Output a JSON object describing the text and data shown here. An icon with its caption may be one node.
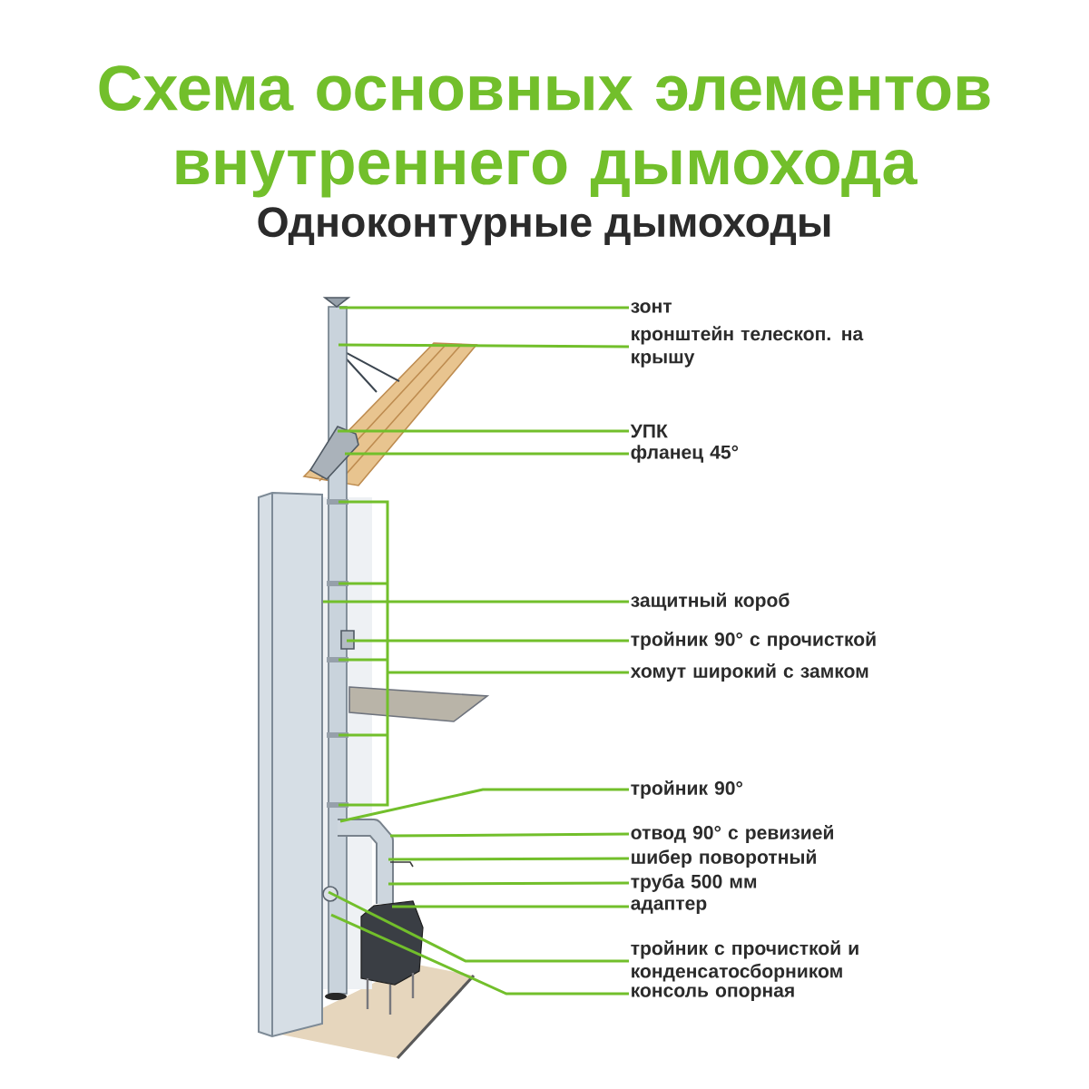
{
  "diagram": {
    "title": "Схема основных элементов внутреннего дымохода",
    "nodes": [
      {
        "text": [
          "зонт"
        ]
      },
      {
        "text": [
          "кронштейн телескоп. на крышу"
        ]
      },
      {
        "text": [
          "УПК"
        ]
      },
      {
        "text": [
          "фланец 45°"
        ]
      },
      {
        "text": [
          "защитный короб"
        ]
      },
      {
        "text": [
          "тройник 90° с прочисткой"
        ]
      },
      {
        "text": [
          "хомут широкий с замком"
        ]
      },
      {
        "text": [
          "тройник 90°"
        ]
      },
      {
        "text": [
          "отвод 90° с ревизией"
        ]
      },
      {
        "text": [
          "шибер поворотный"
        ]
      },
      {
        "text": [
          "труба 500 мм"
        ]
      },
      {
        "text": [
          "адаптер"
        ]
      },
      {
        "text": [
          "тройник с прочисткой и конденсатосборником"
        ]
      },
      {
        "text": [
          "консоль опорная"
        ]
      }
    ],
    "edges": [
      {
        "from": 0,
        "to": null,
        "arrow": "none"
      },
      {
        "from": 1,
        "to": null,
        "arrow": "none"
      },
      {
        "from": 2,
        "to": null,
        "arrow": "none"
      },
      {
        "from": 3,
        "to": null,
        "arrow": "none"
      },
      {
        "from": 4,
        "to": null,
        "arrow": "none"
      },
      {
        "from": 5,
        "to": null,
        "arrow": "none"
      },
      {
        "from": 6,
        "to": null,
        "arrow": "none"
      },
      {
        "from": 7,
        "to": null,
        "arrow": "none"
      },
      {
        "from": 8,
        "to": null,
        "arrow": "none"
      },
      {
        "from": 9,
        "to": null,
        "arrow": "none"
      },
      {
        "from": 10,
        "to": null,
        "arrow": "none"
      },
      {
        "from": 11,
        "to": null,
        "arrow": "none"
      },
      {
        "from": 12,
        "to": null,
        "arrow": "none"
      },
      {
        "from": 13,
        "to": null,
        "arrow": "none"
      }
    ],
    "labels": [
      "Одноконтурные дымоходы"
    ]
  }
}
